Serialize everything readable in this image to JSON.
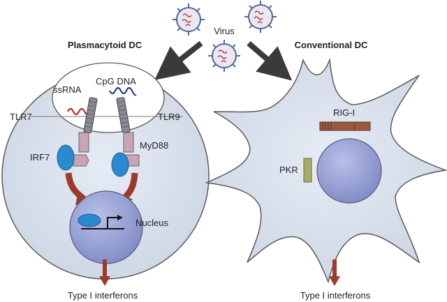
{
  "virus_label": "Virus",
  "left_cell": {
    "title": "Plasmacytoid DC",
    "ssrna_label": "ssRNA",
    "cpg_label": "CpG DNA",
    "tlr7_label": "TLR7",
    "tlr9_label": "TLR9",
    "irf7_label": "IRF7",
    "myd88_label": "MyD88",
    "nucleus_label": "Nucleus",
    "output_label": "Type I interferons"
  },
  "right_cell": {
    "title": "Conventional DC",
    "rigi_label": "RIG-I",
    "pkr_label": "PKR",
    "output_label": "Type I interferons"
  },
  "colors": {
    "cell_fill": "#dde4ee",
    "cell_stroke": "#5a5a5a",
    "nucleus": "#8a94cc",
    "irf7": "#2a8ad0",
    "receptor": "#c9a4b4",
    "arrow_red": "#9e3a2a",
    "arrow_gray": "#3a3a3a",
    "ssrna": "#b03030",
    "cpg": "#2a3a8a",
    "rigi": "#9b5a40",
    "pkr": "#a8ac6a",
    "virus": "#4a6a9a"
  }
}
